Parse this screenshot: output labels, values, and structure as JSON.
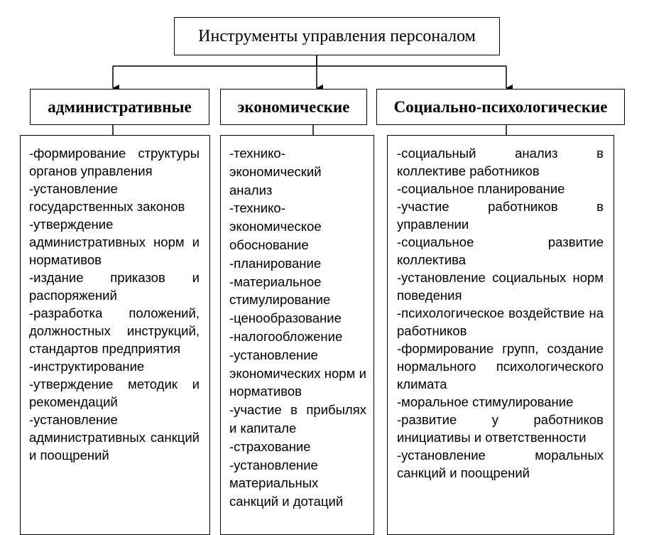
{
  "title": "Инструменты управления персоналом",
  "columns": [
    {
      "header": "административные",
      "items": [
        "-формирование структуры органов управления",
        "-установление государственных законов",
        "-утверждение административных норм и нормативов",
        "-издание приказов и распоряжений",
        "-разработка положений, должностных инструкций, стандартов предприятия",
        "-инструктирование",
        "-утверждение методик и рекомендаций",
        "-установление административных санкций и поощрений"
      ]
    },
    {
      "header": "экономические",
      "items": [
        "-технико-экономический анализ",
        "-технико-экономическое обоснование",
        "-планирование",
        "-материальное стимулирование",
        "-ценообразование",
        "-налогообложение",
        "-установление экономических норм и нормативов",
        "-участие в прибылях и капитале",
        "-страхование",
        "-установление материальных санкций и дотаций"
      ]
    },
    {
      "header": "Социально-психологические",
      "items": [
        "-социальный анализ в коллективе работников",
        "-социальное планирование",
        "-участие работников в управлении",
        "-социальное развитие коллектива",
        "-установление социальных норм поведения",
        "-психологическое воздействие на работников",
        "-формирование групп, создание нормального психологического климата",
        "-моральное стимулирование",
        "-развитие у работников инициативы и ответственности",
        "-установление моральных санкций и поощрений"
      ]
    }
  ]
}
